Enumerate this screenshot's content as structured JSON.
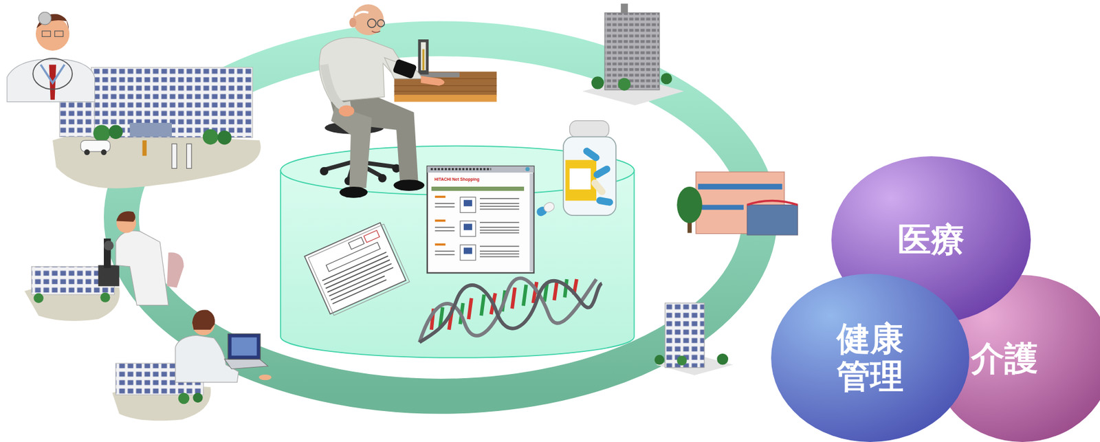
{
  "diagram": {
    "nodes": [
      {
        "text": [
          "医療"
        ]
      },
      {
        "text": [
          "健康 管理"
        ]
      },
      {
        "text": [
          "介護"
        ]
      }
    ],
    "labels": [
      "HITACHI Net Shopping"
    ]
  }
}
